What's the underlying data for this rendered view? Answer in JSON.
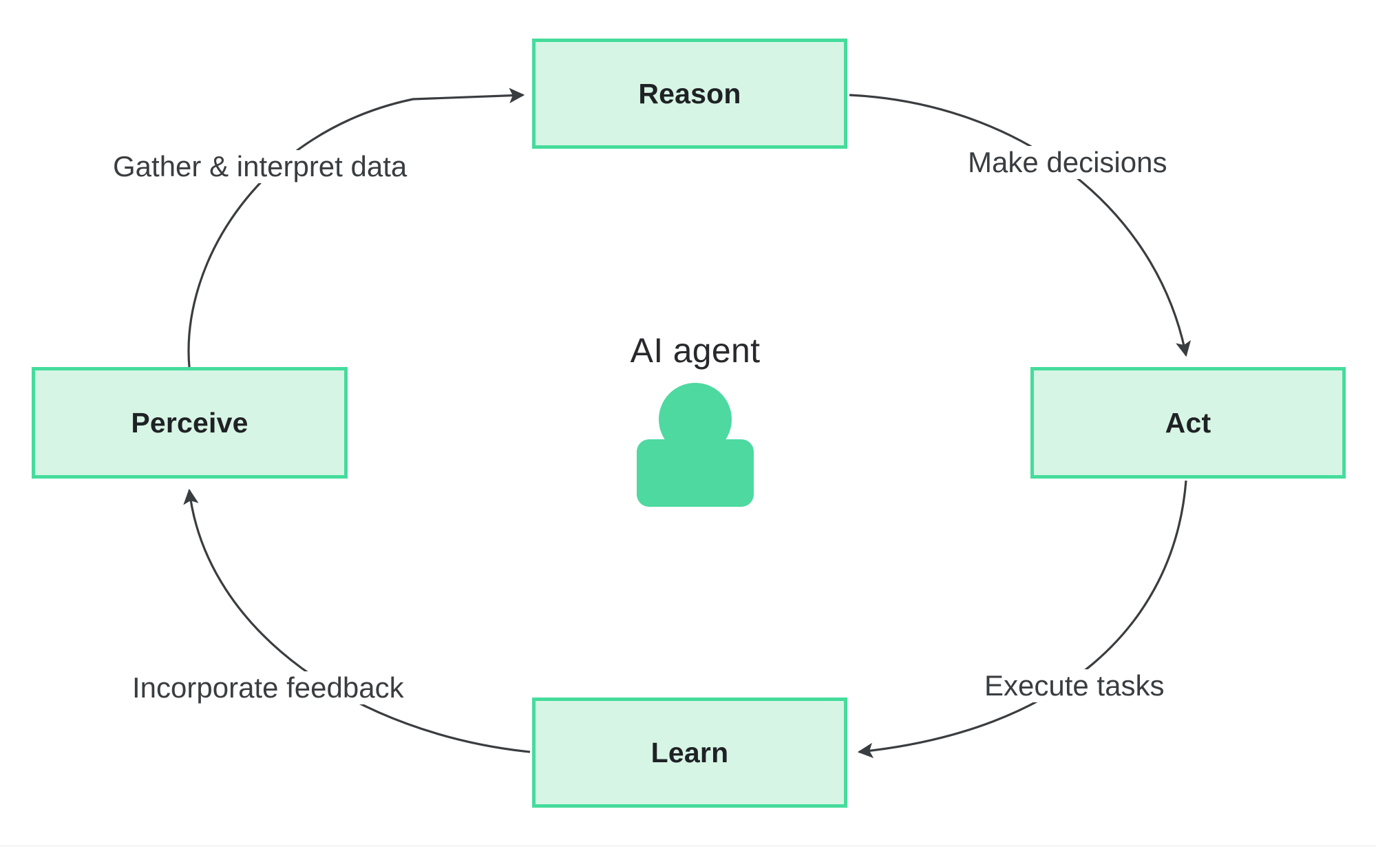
{
  "diagram": {
    "title": "AI agent",
    "type": "cycle-flow",
    "background": "#ffffff",
    "colors": {
      "node_fill": "#d7f5e5",
      "node_border": "#45dc9c",
      "node_text": "#1f2225",
      "edge_line": "#3a3d40",
      "edge_label_text": "#3a3d40",
      "agent_icon": "#4dd9a0",
      "bottom_rule": "#e9e9e9"
    },
    "center": {
      "label": "AI agent",
      "icon": "person-icon"
    },
    "nodes": [
      {
        "id": "reason",
        "label": "Reason"
      },
      {
        "id": "act",
        "label": "Act"
      },
      {
        "id": "learn",
        "label": "Learn"
      },
      {
        "id": "perceive",
        "label": "Perceive"
      }
    ],
    "edges": [
      {
        "id": "perceive-to-reason",
        "from": "perceive",
        "to": "reason",
        "label": "Gather & interpret data"
      },
      {
        "id": "reason-to-act",
        "from": "reason",
        "to": "act",
        "label": "Make decisions"
      },
      {
        "id": "act-to-learn",
        "from": "act",
        "to": "learn",
        "label": "Execute tasks"
      },
      {
        "id": "learn-to-perceive",
        "from": "learn",
        "to": "perceive",
        "label": "Incorporate feedback"
      }
    ]
  }
}
